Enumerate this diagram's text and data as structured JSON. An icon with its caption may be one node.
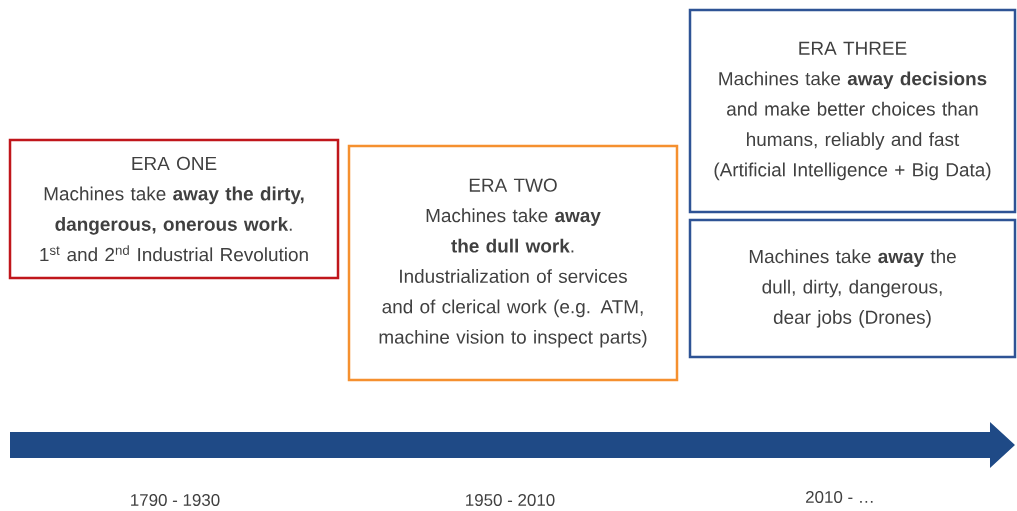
{
  "diagram": {
    "nodes": [
      {
        "text": [
          "ERA ONE",
          "Machines take **away the dirty, dangerous, onerous work**.",
          "1$^{st}$ and 2$^{nd}$ Industrial Revolution"
        ]
      },
      {
        "text": [
          "ERA TWO",
          "Machines take **away the dull work**.",
          "Industrialization of services and of clerical work (e.g. ATM, machine vision to inspect parts)"
        ]
      },
      {
        "text": [
          "ERA THREE",
          "Machines take **away decisions** and make better choices than humans, reliably and fast",
          "(Artificial Intelligence + Big Data)"
        ]
      },
      {
        "text": [
          "Machines take **away** the dull, dirty, dangerous, dear jobs (Drones)"
        ]
      }
    ],
    "labels": [
      "1790 - 1930",
      "1950 - 2010",
      "2010 - …"
    ]
  }
}
